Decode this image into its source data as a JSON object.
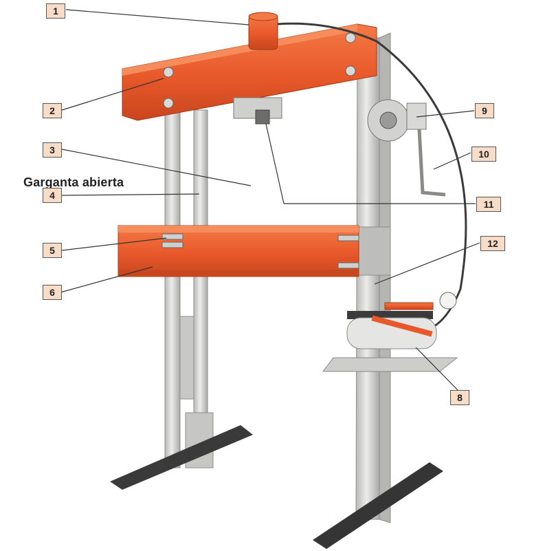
{
  "caption": "Garganta abierta",
  "callouts": [
    "1",
    "2",
    "3",
    "4",
    "5",
    "6",
    "8",
    "9",
    "10",
    "11",
    "12"
  ],
  "colors": {
    "frame_orange": "#e8582a",
    "frame_orange_dark": "#b8401a",
    "steel": "#d6d6d4",
    "steel_dark": "#9a9a98",
    "foot": "#3a3a3a",
    "label_fill": "#f7dcc8"
  }
}
